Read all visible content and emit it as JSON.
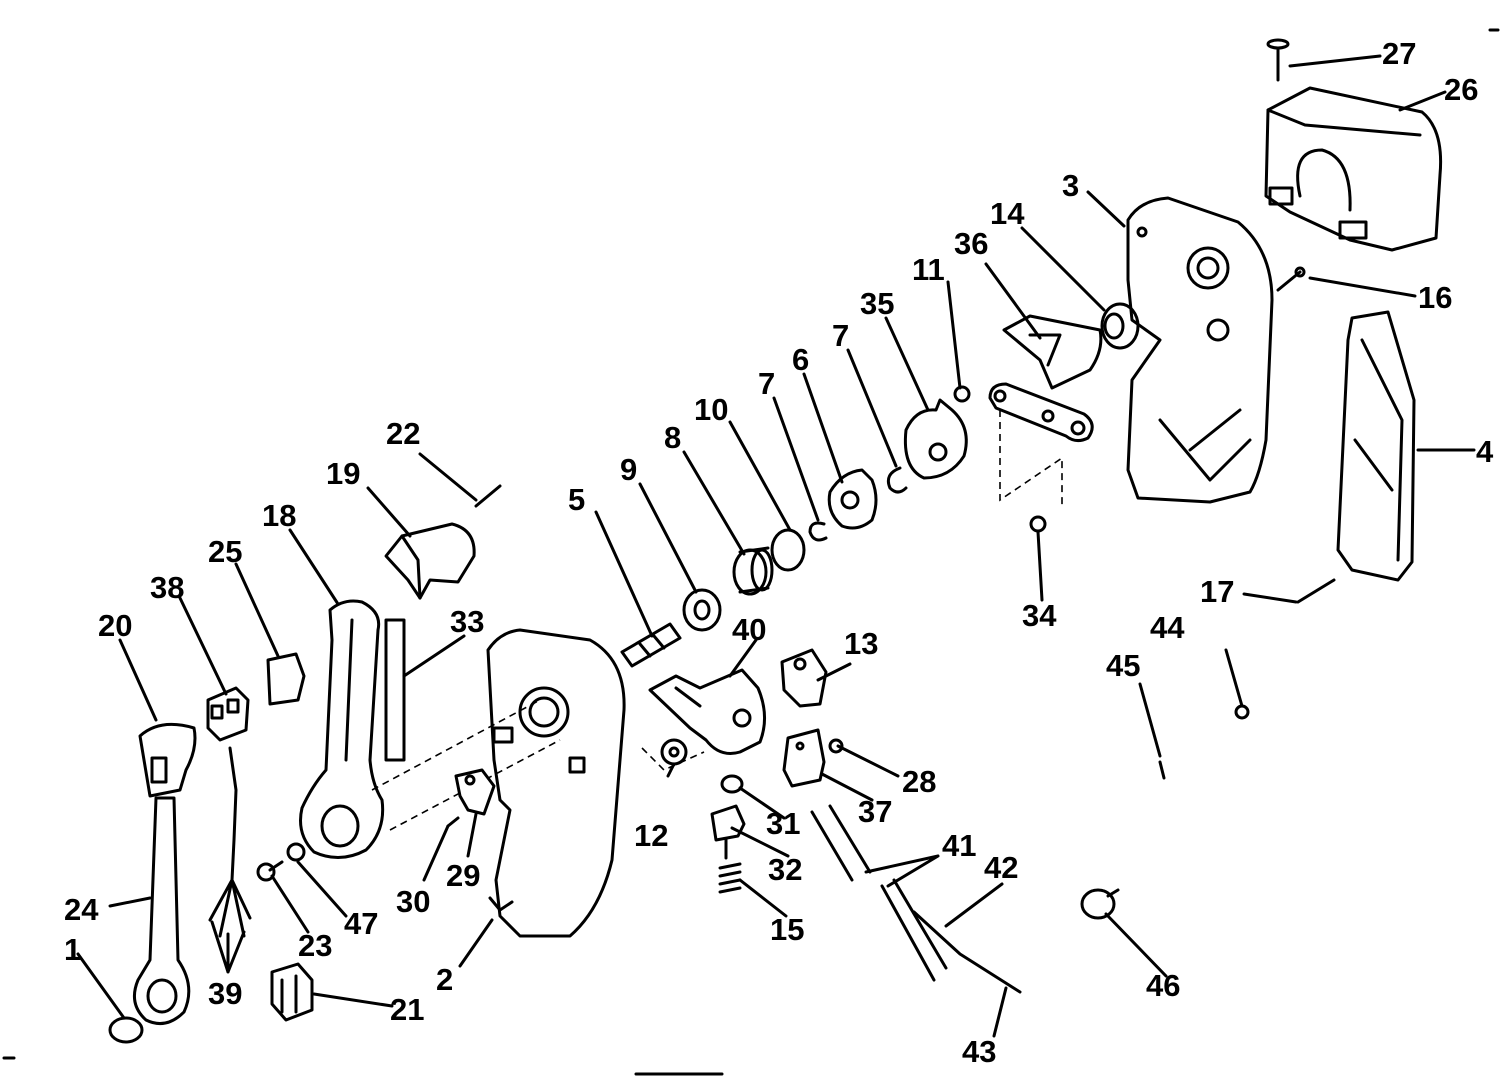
{
  "callouts": [
    {
      "id": "c1",
      "text": "1"
    },
    {
      "id": "c2",
      "text": "2"
    },
    {
      "id": "c3",
      "text": "3"
    },
    {
      "id": "c4",
      "text": "4"
    },
    {
      "id": "c5",
      "text": "5"
    },
    {
      "id": "c6",
      "text": "6"
    },
    {
      "id": "c7a",
      "text": "7"
    },
    {
      "id": "c7b",
      "text": "7"
    },
    {
      "id": "c8",
      "text": "8"
    },
    {
      "id": "c9",
      "text": "9"
    },
    {
      "id": "c10",
      "text": "10"
    },
    {
      "id": "c11",
      "text": "11"
    },
    {
      "id": "c12",
      "text": "12"
    },
    {
      "id": "c13",
      "text": "13"
    },
    {
      "id": "c14",
      "text": "14"
    },
    {
      "id": "c15",
      "text": "15"
    },
    {
      "id": "c16",
      "text": "16"
    },
    {
      "id": "c17",
      "text": "17"
    },
    {
      "id": "c18",
      "text": "18"
    },
    {
      "id": "c19",
      "text": "19"
    },
    {
      "id": "c20",
      "text": "20"
    },
    {
      "id": "c21",
      "text": "21"
    },
    {
      "id": "c22",
      "text": "22"
    },
    {
      "id": "c23",
      "text": "23"
    },
    {
      "id": "c24",
      "text": "24"
    },
    {
      "id": "c25",
      "text": "25"
    },
    {
      "id": "c26",
      "text": "26"
    },
    {
      "id": "c27",
      "text": "27"
    },
    {
      "id": "c28",
      "text": "28"
    },
    {
      "id": "c29",
      "text": "29"
    },
    {
      "id": "c30",
      "text": "30"
    },
    {
      "id": "c31",
      "text": "31"
    },
    {
      "id": "c32",
      "text": "32"
    },
    {
      "id": "c33",
      "text": "33"
    },
    {
      "id": "c34",
      "text": "34"
    },
    {
      "id": "c35",
      "text": "35"
    },
    {
      "id": "c36",
      "text": "36"
    },
    {
      "id": "c37",
      "text": "37"
    },
    {
      "id": "c38",
      "text": "38"
    },
    {
      "id": "c39",
      "text": "39"
    },
    {
      "id": "c40",
      "text": "40"
    },
    {
      "id": "c41",
      "text": "41"
    },
    {
      "id": "c42",
      "text": "42"
    },
    {
      "id": "c43",
      "text": "43"
    },
    {
      "id": "c44",
      "text": "44"
    },
    {
      "id": "c45",
      "text": "45"
    },
    {
      "id": "c46",
      "text": "46"
    },
    {
      "id": "c47",
      "text": "47"
    }
  ]
}
